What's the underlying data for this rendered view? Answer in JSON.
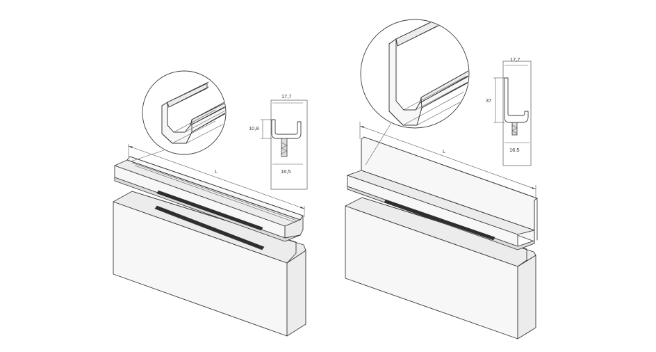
{
  "left_profile": {
    "length_label": "L",
    "width": "17,7",
    "height": "10,8",
    "depth": "16,5"
  },
  "right_profile": {
    "length_label": "L",
    "width": "17,7",
    "height": "37",
    "depth": "16,5"
  }
}
